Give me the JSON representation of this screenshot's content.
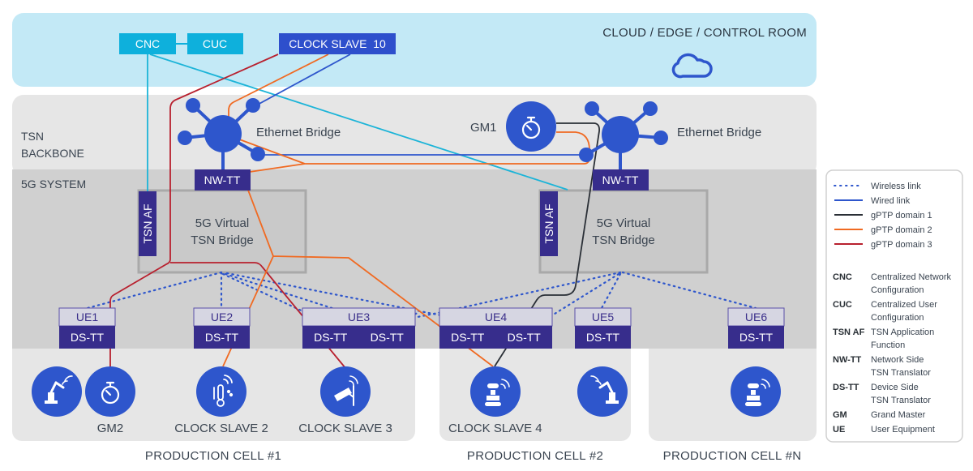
{
  "colors": {
    "cloud_bg": "#c3e9f6",
    "backbone_bg": "#e6e6e6",
    "system_bg": "#d0d0d0",
    "cell_bg": "#e6e6e6",
    "cnc_box": "#0eb0dc",
    "clock_slave_box": "#2e4fcc",
    "dark_box": "#372d8c",
    "node_blue": "#2e56cc",
    "wireless": "#2e56cc",
    "wired": "#2e56cc",
    "gptp1": "#2a2f36",
    "gptp2": "#f06a22",
    "gptp3": "#b8202e",
    "cnc_link": "#1cb4d8"
  },
  "zones": {
    "cloud": "CLOUD / EDGE / CONTROL ROOM",
    "backbone_line1": "TSN",
    "backbone_line2": "BACKBONE",
    "system": "5G SYSTEM"
  },
  "controllers": {
    "cnc": "CNC",
    "cuc": "CUC",
    "clock_slave_10": "CLOCK SLAVE  10"
  },
  "backbone": {
    "bridge_left": "Ethernet Bridge",
    "bridge_right": "Ethernet Bridge",
    "gm1": "GM1"
  },
  "system": {
    "nwtt": "NW-TT",
    "tsn_af": "TSN AF",
    "vbridge_line1": "5G Virtual",
    "vbridge_line2": "TSN Bridge"
  },
  "ues": [
    {
      "name": "UE1",
      "dstt": [
        "DS-TT"
      ]
    },
    {
      "name": "UE2",
      "dstt": [
        "DS-TT"
      ]
    },
    {
      "name": "UE3",
      "dstt": [
        "DS-TT",
        "DS-TT"
      ]
    },
    {
      "name": "UE4",
      "dstt": [
        "DS-TT",
        "DS-TT"
      ]
    },
    {
      "name": "UE5",
      "dstt": [
        "DS-TT"
      ]
    },
    {
      "name": "UE6",
      "dstt": [
        "DS-TT"
      ]
    }
  ],
  "devices": [
    {
      "icon": "robot-arm-icon",
      "label": ""
    },
    {
      "icon": "stopwatch-icon",
      "label": "GM2"
    },
    {
      "icon": "thermometer-sensor-icon",
      "label": "CLOCK SLAVE 2"
    },
    {
      "icon": "security-camera-icon",
      "label": "CLOCK SLAVE 3"
    },
    {
      "icon": "mobile-robot-icon",
      "label": "CLOCK SLAVE 4"
    },
    {
      "icon": "robot-arm-icon",
      "label": ""
    },
    {
      "icon": "mobile-robot-icon",
      "label": ""
    }
  ],
  "cells": [
    "PRODUCTION CELL #1",
    "PRODUCTION CELL #2",
    "PRODUCTION CELL #N"
  ],
  "legend": {
    "lines": [
      {
        "style": "dotted",
        "color_key": "wireless",
        "label": "Wireless link"
      },
      {
        "style": "solid",
        "color_key": "wired",
        "label": "Wired link"
      },
      {
        "style": "solid",
        "color_key": "gptp1",
        "label": "gPTP domain 1"
      },
      {
        "style": "solid",
        "color_key": "gptp2",
        "label": "gPTP domain 2"
      },
      {
        "style": "solid",
        "color_key": "gptp3",
        "label": "gPTP domain 3"
      }
    ],
    "abbreviations": [
      {
        "abbr": "CNC",
        "lines": [
          "Centralized Network",
          "Configuration"
        ]
      },
      {
        "abbr": "CUC",
        "lines": [
          "Centralized User",
          "Configuration"
        ]
      },
      {
        "abbr": "TSN AF",
        "lines": [
          "TSN Application",
          "Function"
        ]
      },
      {
        "abbr": "NW-TT",
        "lines": [
          "Network Side",
          "TSN Translator"
        ]
      },
      {
        "abbr": "DS-TT",
        "lines": [
          "Device Side",
          "TSN Translator"
        ]
      },
      {
        "abbr": "GM",
        "lines": [
          "Grand Master"
        ]
      },
      {
        "abbr": "UE",
        "lines": [
          "User Equipment"
        ]
      }
    ]
  }
}
